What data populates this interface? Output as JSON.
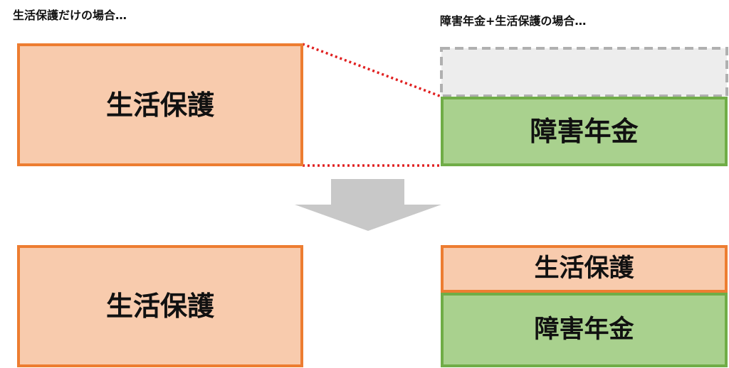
{
  "captions": {
    "left": "生活保護だけの場合…",
    "right": "障害年金+生活保護の場合…"
  },
  "before": {
    "left_box": "生活保護",
    "right_box": "障害年金"
  },
  "after": {
    "left_box": "生活保護",
    "right_top_box": "生活保護",
    "right_bottom_box": "障害年金"
  },
  "colors": {
    "orange_fill": "#f8cbad",
    "orange_border": "#ed7d31",
    "green_fill": "#a9d18e",
    "green_border": "#70ad47",
    "gray_fill": "#ededed",
    "gray_dash": "#b0b0b0",
    "connector": "#e02020",
    "arrow": "#c8c8c8"
  }
}
